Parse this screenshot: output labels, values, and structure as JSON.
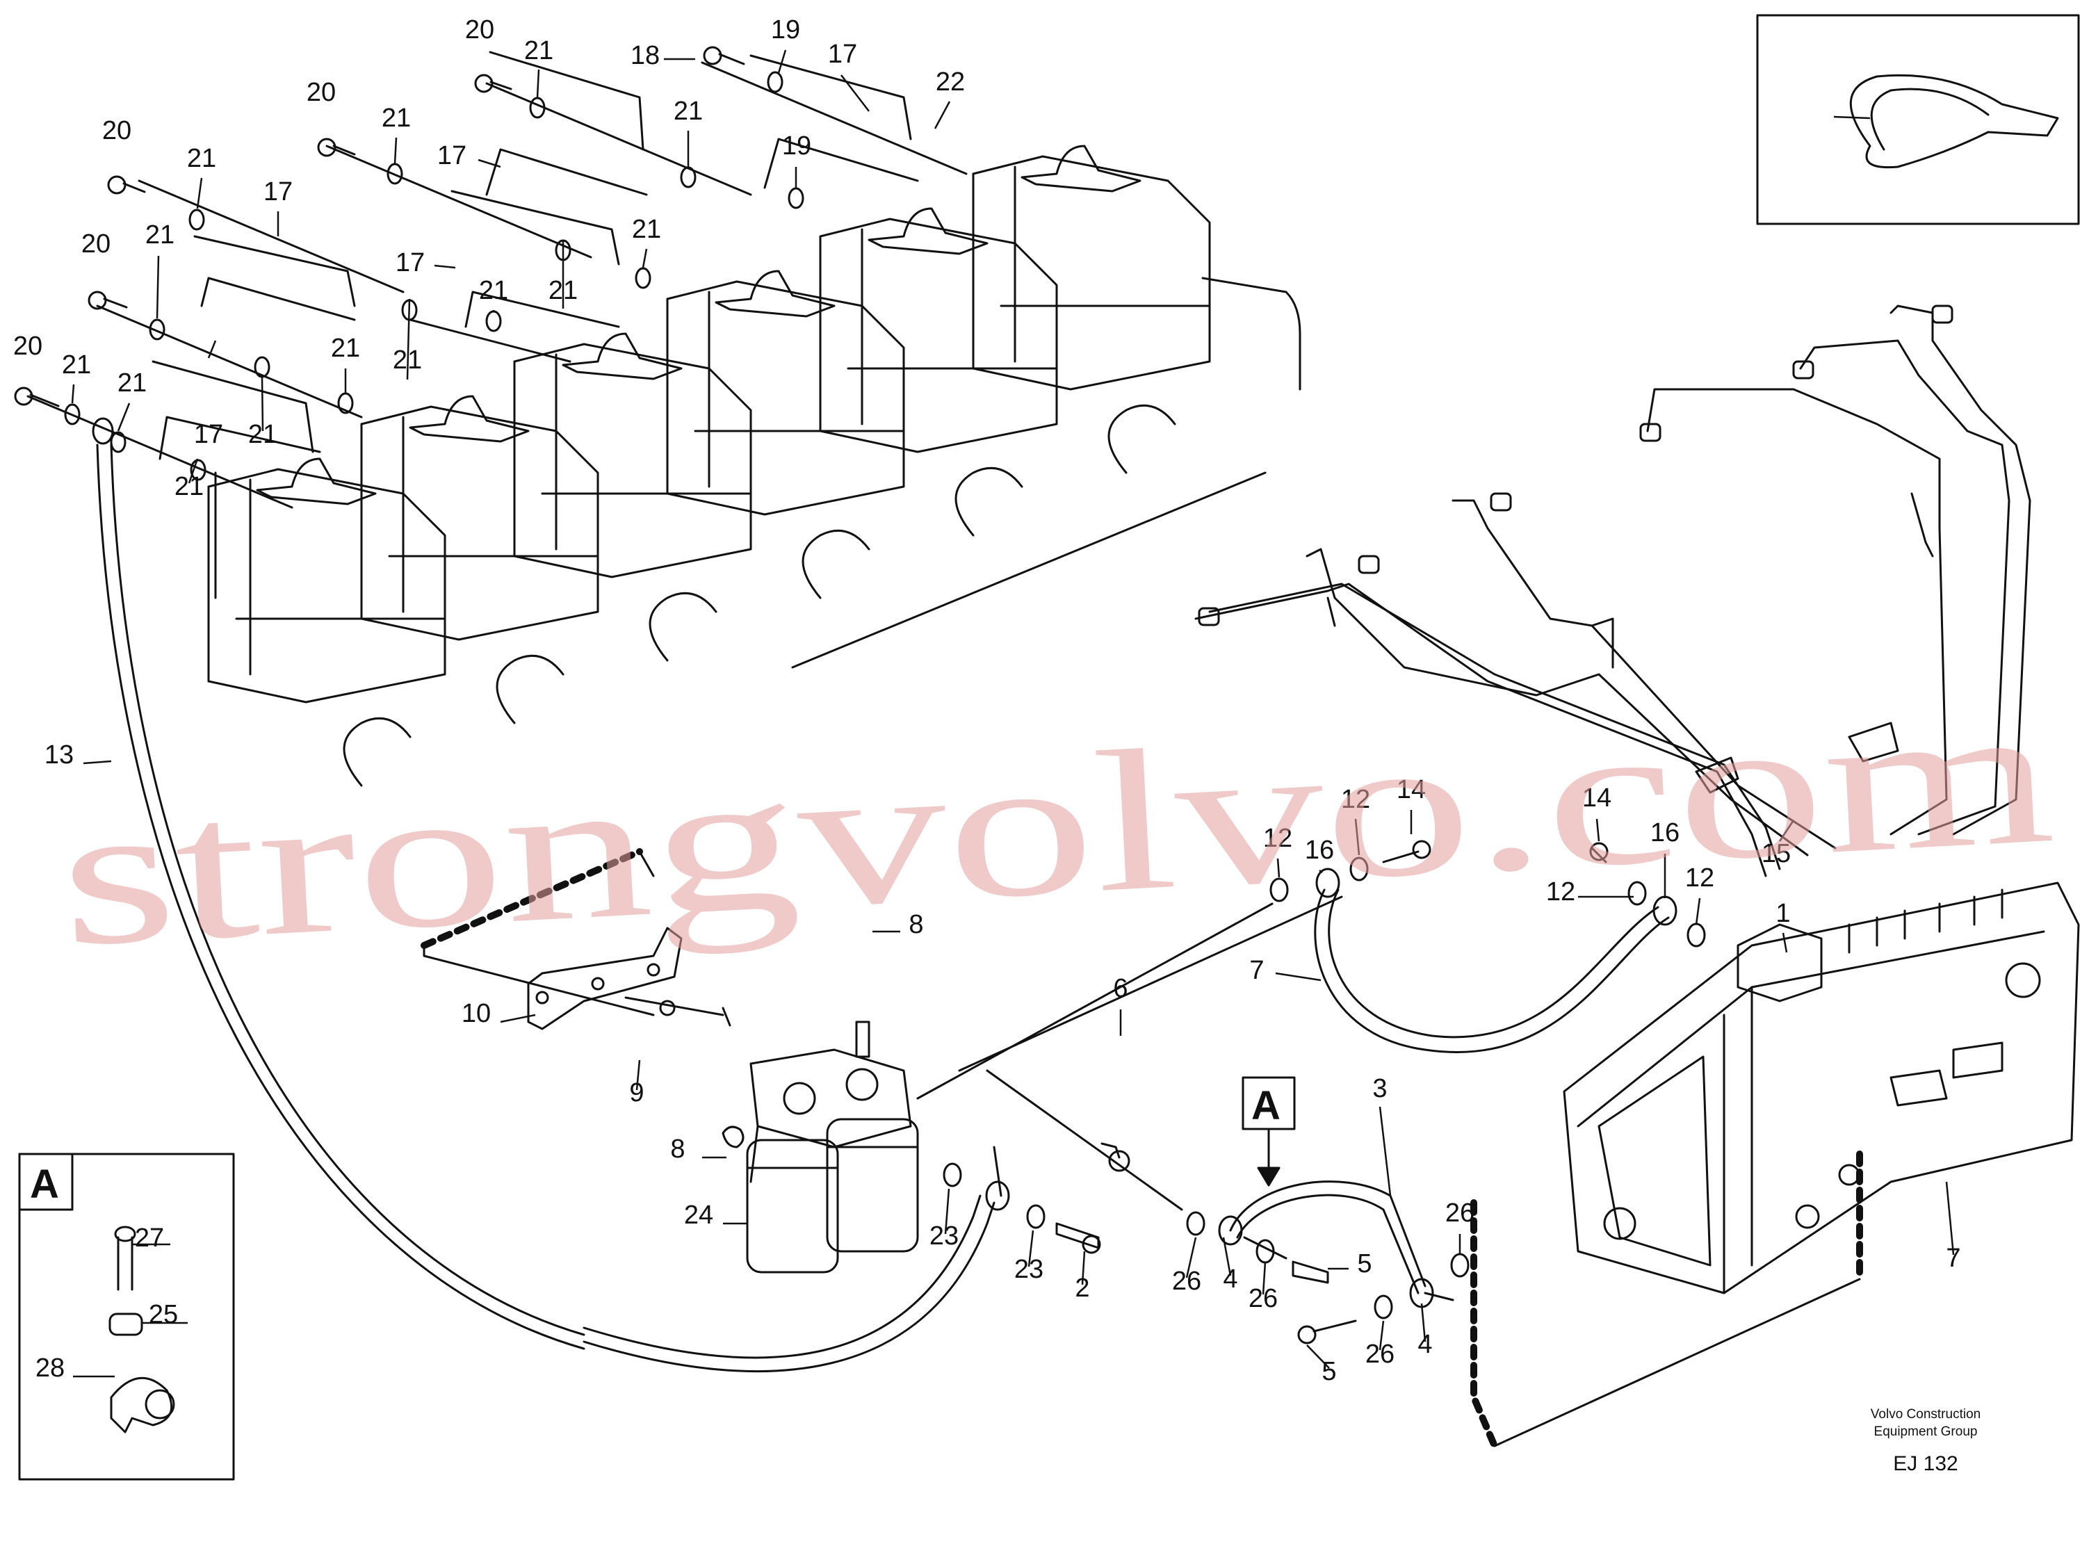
{
  "diagram": {
    "callouts": [
      "20",
      "21",
      "18",
      "19",
      "17",
      "22",
      "13",
      "14",
      "12",
      "16",
      "15",
      "1",
      "7",
      "8",
      "10",
      "9",
      "6",
      "24",
      "23",
      "2",
      "3",
      "4",
      "5",
      "26",
      "27",
      "25",
      "28"
    ],
    "view_label": "A",
    "inset_label": "A",
    "company_line1": "Volvo Construction",
    "company_line2": "Equipment Group",
    "drawing_code": "EJ 132",
    "watermark": "strongvolvo.com"
  },
  "colors": {
    "line": "#111111",
    "watermark": "#e49c9c",
    "background": "#ffffff"
  }
}
